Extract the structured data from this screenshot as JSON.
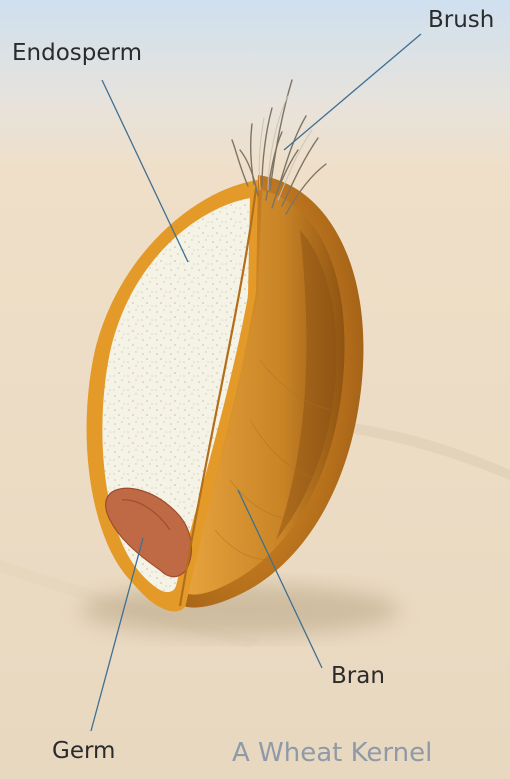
{
  "labels": {
    "endosperm": "Endosperm",
    "brush": "Brush",
    "bran": "Bran",
    "germ": "Germ"
  },
  "caption": "A Wheat Kernel",
  "colors": {
    "background_top": "#cfe0ef",
    "sand": "#ecdcc4",
    "bran_outer": "#e09a2a",
    "bran_inner": "#c98a2e",
    "endosperm": "#f4f1e4",
    "germ": "#c06a45",
    "leader_line": "#3f6f93",
    "caption": "#8e9aa8"
  }
}
